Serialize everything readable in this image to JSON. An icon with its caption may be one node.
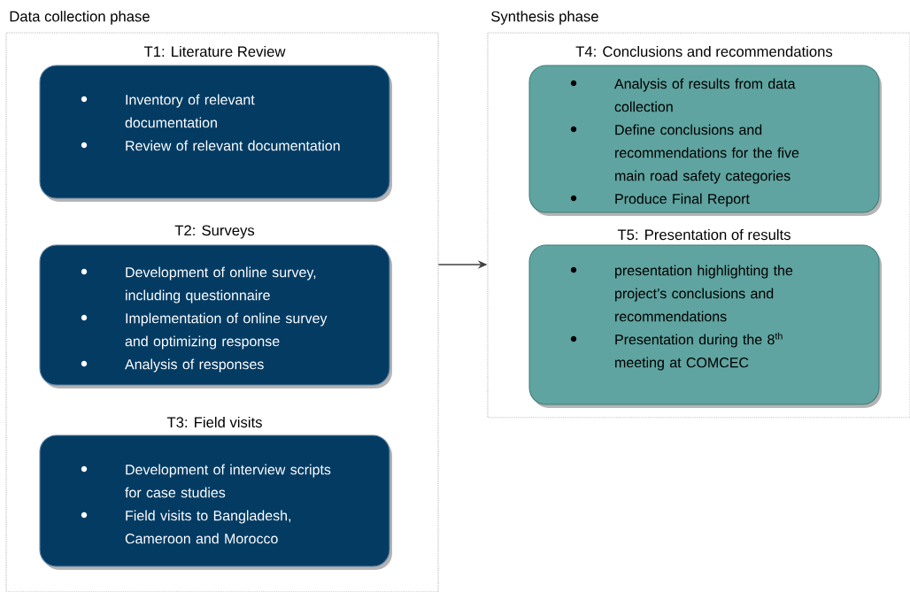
{
  "diagram": {
    "nodes": [
      {
        "text": [
          "Data collection phase"
        ]
      },
      {
        "text": [
          "T1: Literature Review",
          "Inventory of relevant documentation",
          "Review of relevant documentation"
        ],
        "in": 0
      },
      {
        "text": [
          "T2: Surveys",
          "Development of online survey, including questionnaire",
          "Implementation of online survey and optimizing response",
          "Analysis of responses"
        ],
        "in": 0
      },
      {
        "text": [
          "T3: Field visits",
          "Development of interview scripts for case studies",
          "Field visits to Bangladesh, Cameroon and Morocco"
        ],
        "in": 0
      },
      {
        "text": [
          "Synthesis phase"
        ]
      },
      {
        "text": [
          "T4: Conclusions and recommendations",
          "Analysis of results from data collection",
          "Define conclusions and recommendations for the five main road safety categories",
          "Produce Final Report"
        ],
        "in": 4
      },
      {
        "text": [
          "T5: Presentation of results",
          "presentation highlighting the project’s conclusions and recommendations",
          "Presentation during the 8$^{th}$ meeting at COMCEC"
        ],
        "in": 4
      }
    ],
    "edges": [
      {
        "from": 0,
        "to": 4,
        "arrow": "to"
      }
    ]
  }
}
